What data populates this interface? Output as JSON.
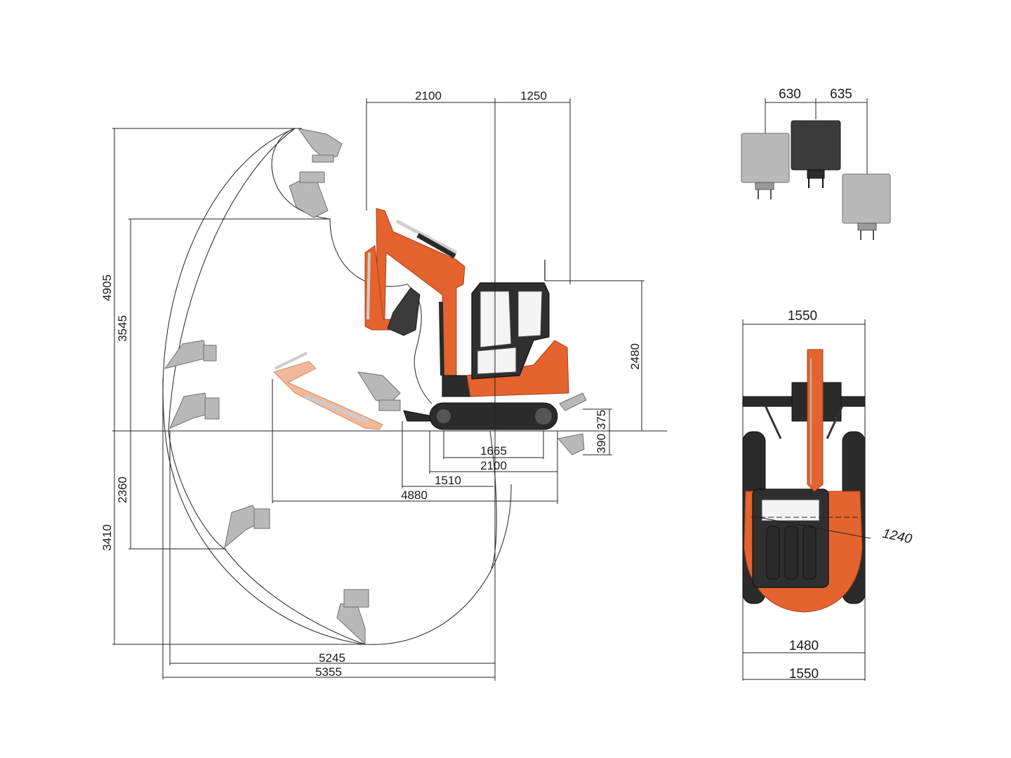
{
  "side_view": {
    "dims": {
      "top_2100": "2100",
      "top_1250": "1250",
      "max_dig_height": "4905",
      "max_dump_height": "3545",
      "cab_height": "2480",
      "blade_lift": "375",
      "blade_drop": "390",
      "track_ground_length": "1665",
      "track_length": "2100",
      "blade_reach": "1510",
      "min_swing_radius": "4880",
      "vertical_dig_depth": "2360",
      "max_dig_depth": "3410",
      "reach_ground": "5245",
      "max_reach": "5355"
    }
  },
  "bucket_offset_view": {
    "dims": {
      "left_offset": "630",
      "right_offset": "635"
    }
  },
  "front_view": {
    "dims": {
      "top_width": "1550",
      "tail_swing": "1240",
      "track_gauge": "1480",
      "overall_width": "1550"
    }
  }
}
